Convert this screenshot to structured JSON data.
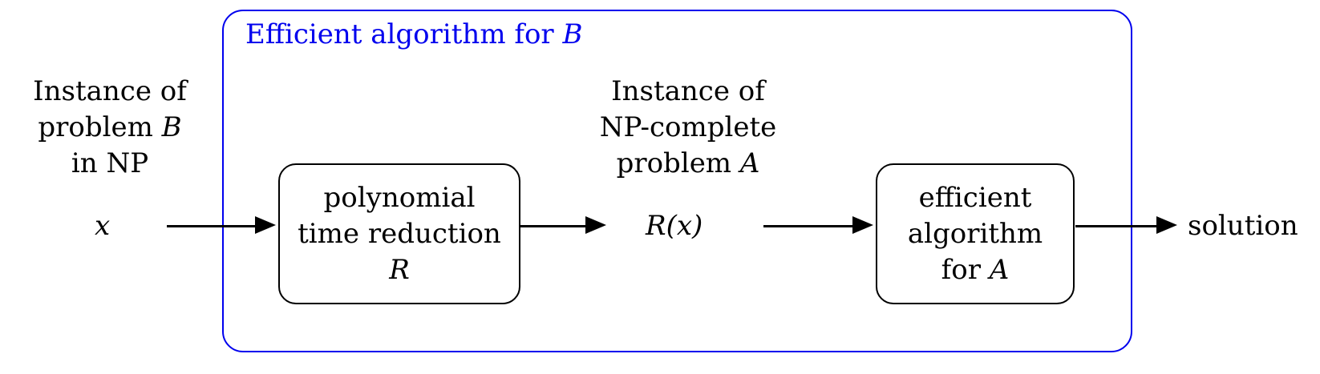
{
  "diagram": {
    "title_text": "Efficient algorithm for",
    "title_math": "B",
    "blue_hex": "#0000ee",
    "black_hex": "#000000",
    "background_hex": "#ffffff"
  },
  "input_label": {
    "line1": "Instance of",
    "line2_text": "problem",
    "line2_math": "B",
    "line3": "in NP"
  },
  "input_value": {
    "math": "x"
  },
  "reduction_box": {
    "line1": "polynomial",
    "line2": "time reduction",
    "line3_math": "R"
  },
  "middle_label": {
    "line1": "Instance of",
    "line2": "NP-complete",
    "line3_text": "problem",
    "line3_math": "A"
  },
  "middle_value": {
    "math": "R(x)"
  },
  "algorithm_box": {
    "line1": "efficient",
    "line2": "algorithm",
    "line3_text": "for",
    "line3_math": "A"
  },
  "output_label": {
    "text": "solution"
  },
  "arrows": [
    {
      "name": "arrow-x-to-reduction"
    },
    {
      "name": "arrow-reduction-to-rx"
    },
    {
      "name": "arrow-rx-to-algorithm"
    },
    {
      "name": "arrow-algorithm-to-solution"
    }
  ]
}
